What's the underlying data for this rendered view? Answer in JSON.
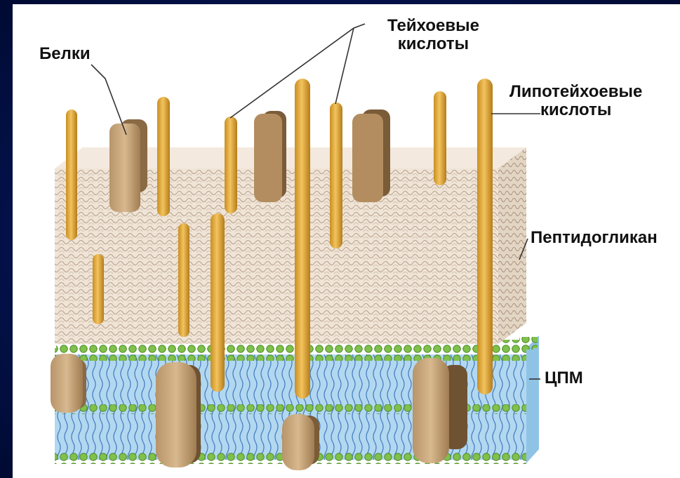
{
  "labels": {
    "proteins": "Белки",
    "teichoic_line1": "Тейхоевые",
    "teichoic_line2": "кислоты",
    "lipoteichoic_line1": "Липотейхоевые",
    "lipoteichoic_line2": "кислоты",
    "peptidoglycan": "Пептидогликан",
    "membrane": "ЦПМ"
  },
  "colors": {
    "frame": "#041452",
    "panel": "#ffffff",
    "rod": "#e6a93c",
    "rod_dark": "#b8801f",
    "protein": "#c8a77e",
    "protein_dark": "#8a6a45",
    "peptidoglycan": "#ece0d2",
    "peptidoglycan_mesh": "#b9a390",
    "lipid_head": "#7fc14a",
    "membrane_fill": "#a9d3ef",
    "lipid_tail": "#4a7fc0"
  }
}
